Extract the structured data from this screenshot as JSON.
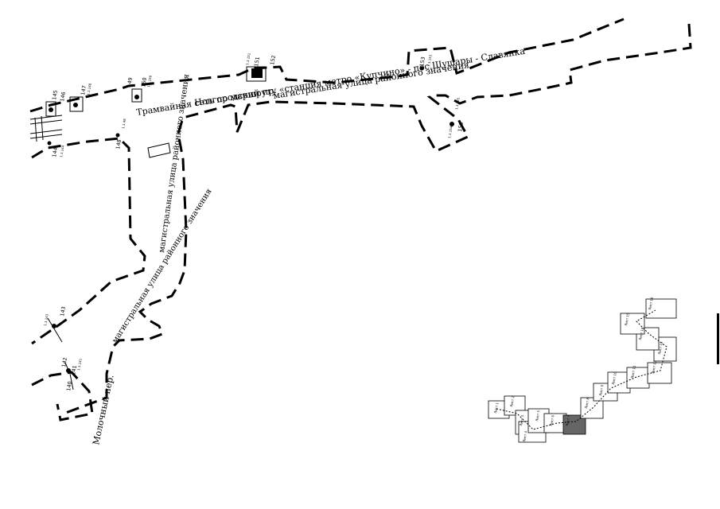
{
  "map": {
    "street_labels": {
      "novgorodsky": "Новгородский пр.",
      "main_street_north": "магистральная улица районного значения",
      "tram": "Трамвайная сеть по маршруту «станция метро «Купчино» - пос.Шушары - Славянка",
      "main_street_vertical_1": "магистральная улица районного значения",
      "main_street_vertical_2": "магистральная улица районного значения",
      "molochny": "Молочный пер."
    },
    "nodes": [
      "140",
      "141",
      "142",
      "143",
      "144",
      "145",
      "146",
      "147",
      "148",
      "149",
      "150",
      "151",
      "152",
      "153",
      "154",
      "155"
    ],
    "inset": {
      "sheets": [
        "Лист 1",
        "Лист 2",
        "Лист 3",
        "Лист 4",
        "Лист 5",
        "Лист 6",
        "Лист 7",
        "Лист 8",
        "Лист 9",
        "Лист 10",
        "Лист 11",
        "Лист 12",
        "Лист 13",
        "Лист 14",
        "Лист 15",
        "Лист 16"
      ]
    }
  }
}
